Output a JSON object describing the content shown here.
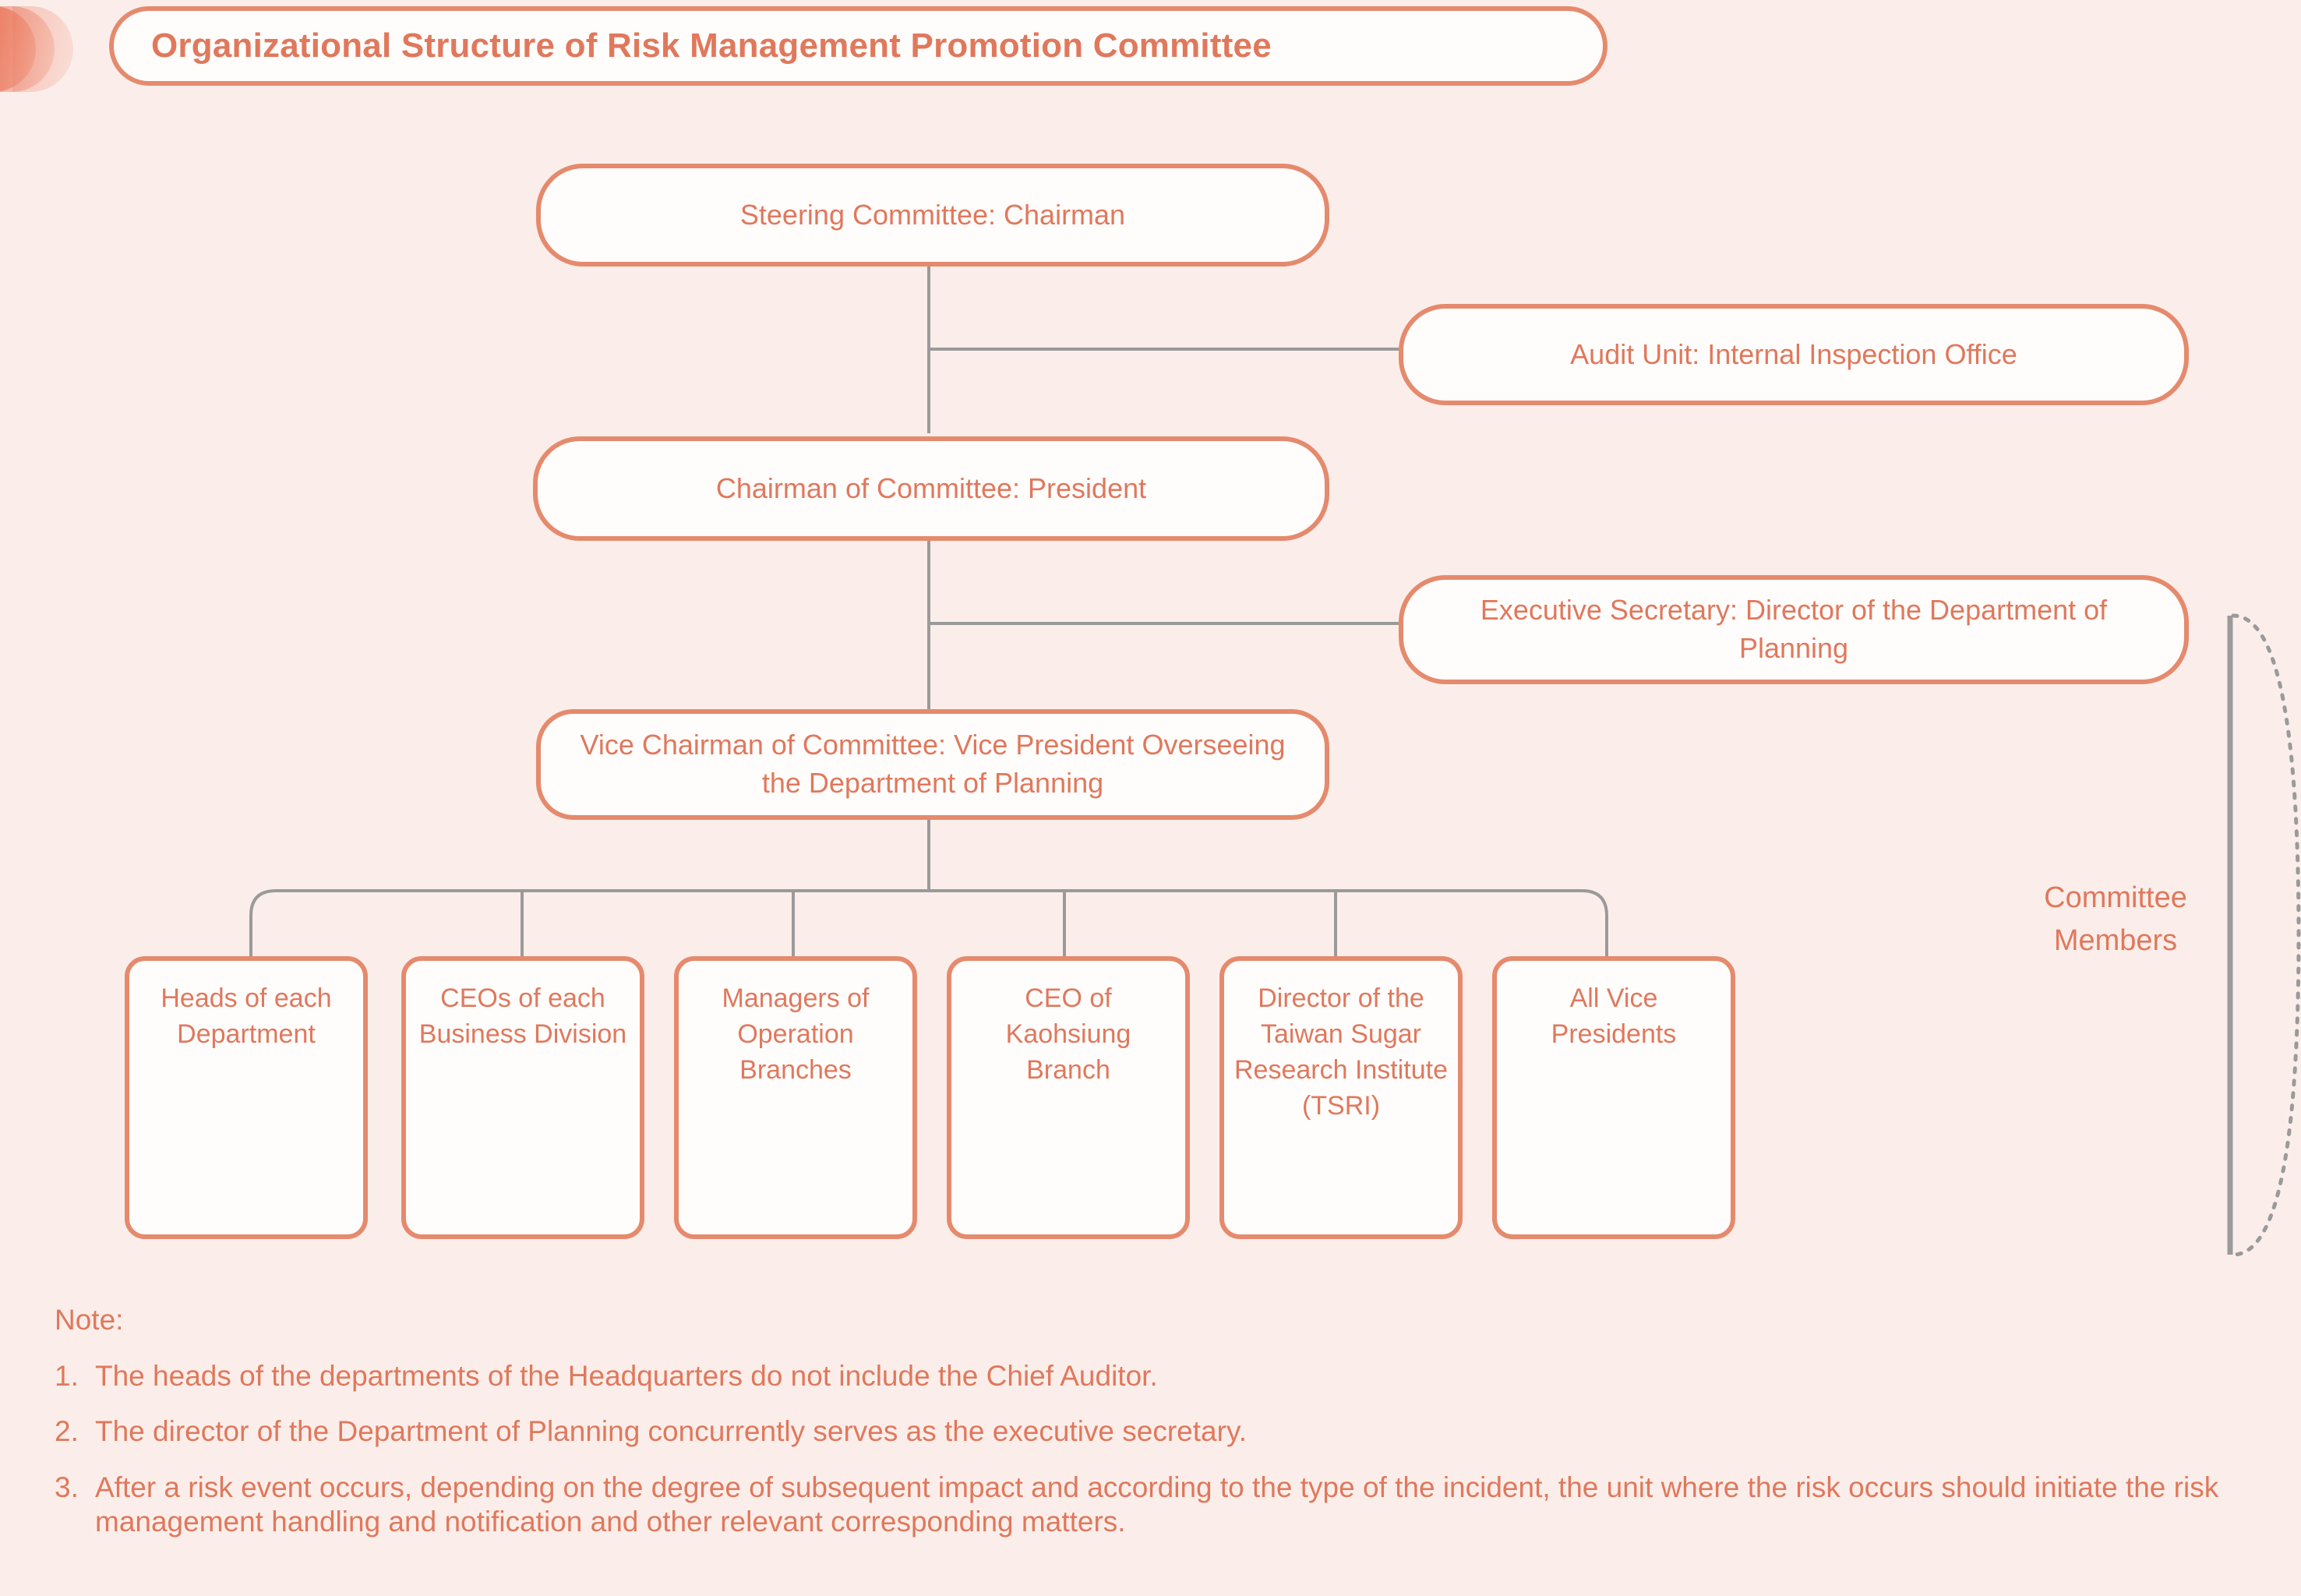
{
  "page": {
    "background_color": "#fbeeea",
    "accent_color": "#e0785c",
    "border_color": "#e58a6d",
    "line_color": "#9a9a9a",
    "box_fill": "#fffdfc"
  },
  "header": {
    "title": "Organizational Structure of Risk Management Promotion Committee",
    "logo_icon": "crescent-waves-icon"
  },
  "chart": {
    "type": "org-chart",
    "nodes": {
      "steering_committee": "Steering Committee: Chairman",
      "audit_unit": "Audit Unit: Internal Inspection Office",
      "chairman": "Chairman of Committee: President",
      "executive_secretary": "Executive Secretary: Director of the Department of Planning",
      "vice_chairman": "Vice Chairman of Committee: Vice President Overseeing the Department of Planning"
    },
    "members_bracket_label": "Committee Members",
    "leaves": [
      {
        "label": "Heads of each Department"
      },
      {
        "label": "CEOs of each Business Division"
      },
      {
        "label": "Managers of Operation Branches"
      },
      {
        "label": "CEO of Kaohsiung Branch"
      },
      {
        "label": "Director of the Taiwan Sugar Research Institute (TSRI)"
      },
      {
        "label": "All Vice Presidents"
      }
    ]
  },
  "notes": {
    "heading": "Note:",
    "items": [
      {
        "number": "1.",
        "text": "The heads of the departments of the Headquarters do not include the Chief Auditor."
      },
      {
        "number": "2.",
        "text": "The director of the Department of Planning concurrently serves as the executive secretary."
      },
      {
        "number": "3.",
        "text": "After a risk event occurs, depending on the degree of subsequent impact and according to the type of the incident, the unit where the risk occurs should initiate the risk management handling and notification and other relevant corresponding matters."
      }
    ]
  }
}
